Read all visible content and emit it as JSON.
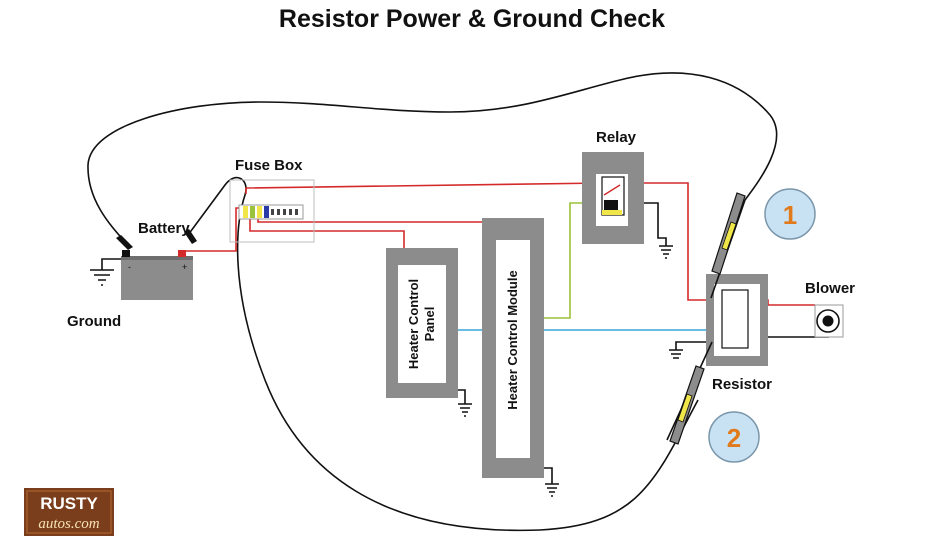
{
  "title": "Resistor Power & Ground Check",
  "labels": {
    "battery": "Battery",
    "ground": "Ground",
    "fuse_box": "Fuse Box",
    "relay": "Relay",
    "heater_control_panel": [
      "Heater Control",
      "Panel"
    ],
    "heater_control_module": "Heater Control Module",
    "resistor": "Resistor",
    "blower": "Blower"
  },
  "battery_terminals": {
    "negative": "-",
    "positive": "+"
  },
  "test_points": [
    "1",
    "2"
  ],
  "logo": {
    "line1": "RUSTY",
    "line2": "autos.com"
  },
  "colors": {
    "wire_red": "#d42a2a",
    "wire_green": "#9ac23a",
    "wire_blue": "#3aa6dc",
    "wire_black": "#111111",
    "component_gray": "#8c8c8c",
    "badge_fill": "#c9e2f3",
    "badge_number": "#e07a1a",
    "probe_yellow": "#f0e64a"
  }
}
